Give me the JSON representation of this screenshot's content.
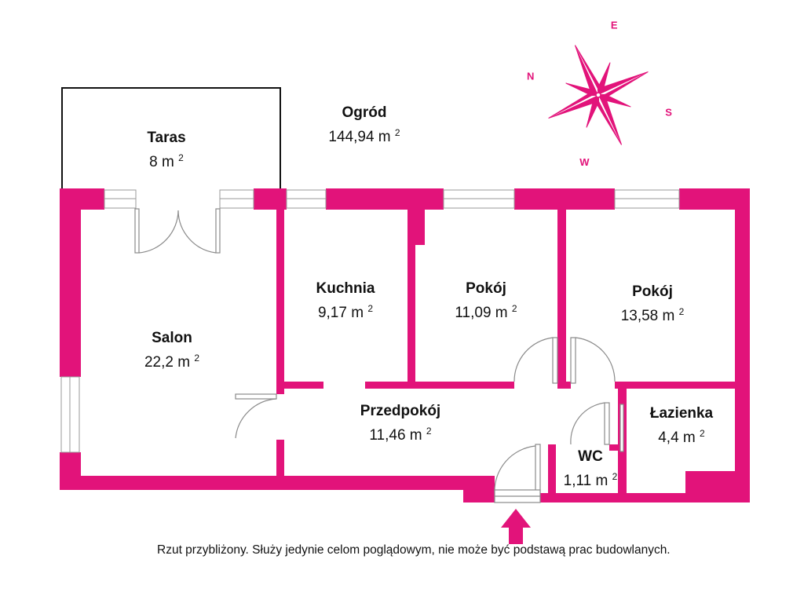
{
  "colors": {
    "wall": "#e2137a",
    "outline": "#111111",
    "background": "#ffffff"
  },
  "compass": {
    "letters": [
      "N",
      "E",
      "S",
      "W"
    ]
  },
  "rooms": {
    "garden": {
      "name": "Ogród",
      "area": "144,94 m",
      "unit_exp": "2"
    },
    "terrace": {
      "name": "Taras",
      "area": "8 m",
      "unit_exp": "2"
    },
    "living": {
      "name": "Salon",
      "area": "22,2 m",
      "unit_exp": "2"
    },
    "kitchen": {
      "name": "Kuchnia",
      "area": "9,17 m",
      "unit_exp": "2"
    },
    "room1": {
      "name": "Pokój",
      "area": "11,09 m",
      "unit_exp": "2"
    },
    "room2": {
      "name": "Pokój",
      "area": "13,58 m",
      "unit_exp": "2"
    },
    "hall": {
      "name": "Przedpokój",
      "area": "11,46 m",
      "unit_exp": "2"
    },
    "bathroom": {
      "name": "Łazienka",
      "area": "4,4 m",
      "unit_exp": "2"
    },
    "wc": {
      "name": "WC",
      "area": "1,11 m",
      "unit_exp": "2"
    }
  },
  "entrance_icon": "arrow-up-icon",
  "disclaimer": "Rzut przybliżony. Służy jedynie celom poglądowym, nie może być podstawą prac budowlanych."
}
